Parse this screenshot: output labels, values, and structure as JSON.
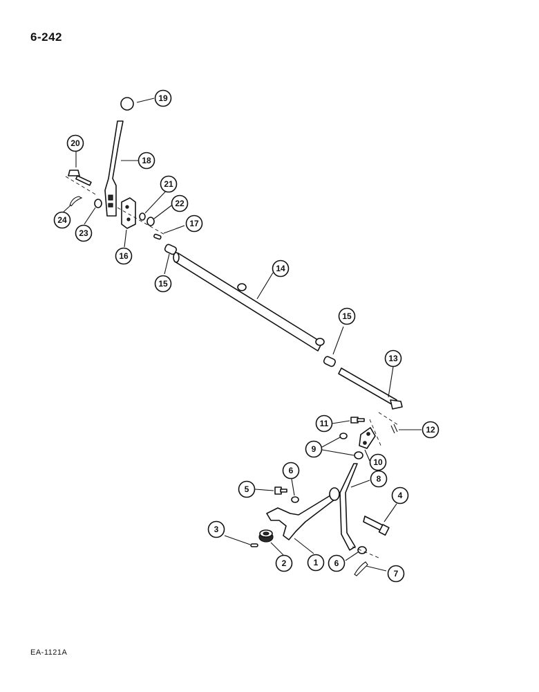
{
  "page": {
    "page_number": "6-242",
    "figure_code": "EA-1121A"
  },
  "callouts": [
    {
      "id": "c1",
      "label": "1"
    },
    {
      "id": "c2",
      "label": "2"
    },
    {
      "id": "c3",
      "label": "3"
    },
    {
      "id": "c4",
      "label": "4"
    },
    {
      "id": "c5",
      "label": "5"
    },
    {
      "id": "c6a",
      "label": "6"
    },
    {
      "id": "c6b",
      "label": "6"
    },
    {
      "id": "c7",
      "label": "7"
    },
    {
      "id": "c8",
      "label": "8"
    },
    {
      "id": "c9",
      "label": "9"
    },
    {
      "id": "c10",
      "label": "10"
    },
    {
      "id": "c11",
      "label": "11"
    },
    {
      "id": "c12",
      "label": "12"
    },
    {
      "id": "c13",
      "label": "13"
    },
    {
      "id": "c14",
      "label": "14"
    },
    {
      "id": "c15a",
      "label": "15"
    },
    {
      "id": "c15b",
      "label": "15"
    },
    {
      "id": "c16",
      "label": "16"
    },
    {
      "id": "c17",
      "label": "17"
    },
    {
      "id": "c18",
      "label": "18"
    },
    {
      "id": "c19",
      "label": "19"
    },
    {
      "id": "c20",
      "label": "20"
    },
    {
      "id": "c21",
      "label": "21"
    },
    {
      "id": "c22",
      "label": "22"
    },
    {
      "id": "c23",
      "label": "23"
    },
    {
      "id": "c24",
      "label": "24"
    }
  ]
}
